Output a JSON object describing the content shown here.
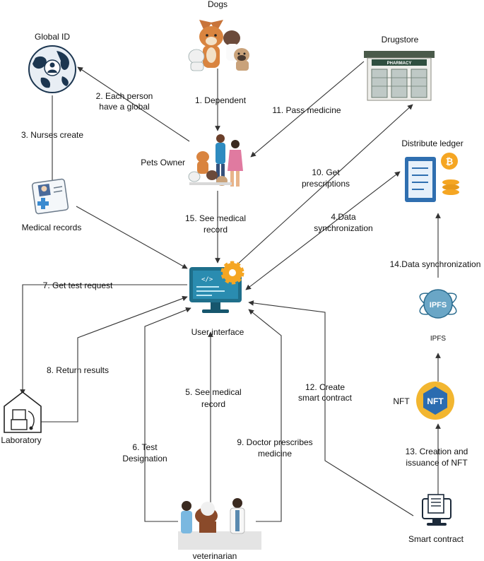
{
  "nodes": {
    "dogs": "Dogs",
    "global_id": "Global ID",
    "drugstore": "Drugstore",
    "pharmacy_sign": "PHARMACY",
    "distribute_ledger": "Distribute ledger",
    "pets_owner": "Pets Owner",
    "medical_records": "Medical records",
    "user_interface": "User interface",
    "laboratory": "Laboratory",
    "ipfs": "IPFS",
    "ipfs_logo": "IPFS",
    "nft": "NFT",
    "nft_logo": "NFT",
    "smart_contract": "Smart contract",
    "veterinarian": "veterinarian"
  },
  "steps": {
    "s1": "1. Dependent",
    "s2_l1": "2. Each person",
    "s2_l2": "have a global",
    "s3": "3. Nurses create",
    "s4_l1": "4.Data",
    "s4_l2": "synchronization",
    "s5_l1": "5. See medical",
    "s5_l2": "record",
    "s6_l1": "6. Test",
    "s6_l2": "Designation",
    "s7": "7. Get test request",
    "s8": "8. Return results",
    "s9_l1": "9. Doctor prescribes",
    "s9_l2": "medicine",
    "s10_l1": "10. Get",
    "s10_l2": "prescriptions",
    "s11": "11. Pass medicine",
    "s12_l1": "12. Create",
    "s12_l2": "smart contract",
    "s13_l1": "13. Creation and",
    "s13_l2": "issuance of NFT",
    "s14": "14.Data synchronization",
    "s15_l1": "15. See medical",
    "s15_l2": "record"
  },
  "colors": {
    "edge": "#333333",
    "ui_blue": "#1f6f8b",
    "ui_gear": "#f5a623",
    "nft_gold": "#f2b630",
    "nft_blue": "#2b6cb0"
  }
}
